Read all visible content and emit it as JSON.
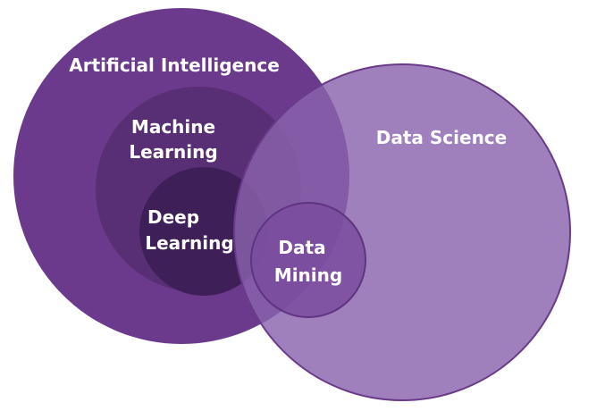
{
  "diagram": {
    "sets": {
      "artificial_intelligence": {
        "label": "Artificial Intelligence",
        "color": "#6b3a8c"
      },
      "machine_learning": {
        "label_line1": "Machine",
        "label_line2": "Learning",
        "color": "#582f74"
      },
      "deep_learning": {
        "label_line1": "Deep",
        "label_line2": "Learning",
        "color": "#3f1f57"
      },
      "data_science": {
        "label": "Data Science",
        "color": "#8a63ad"
      },
      "data_mining": {
        "label_line1": "Data",
        "label_line2": "Mining",
        "color": "#7a4c9f"
      }
    },
    "relations": [
      "Deep Learning is inside Machine Learning",
      "Machine Learning is inside Artificial Intelligence",
      "Data Science overlaps Artificial Intelligence",
      "Data Mining lies in the overlap of Data Science and Machine Learning"
    ]
  }
}
